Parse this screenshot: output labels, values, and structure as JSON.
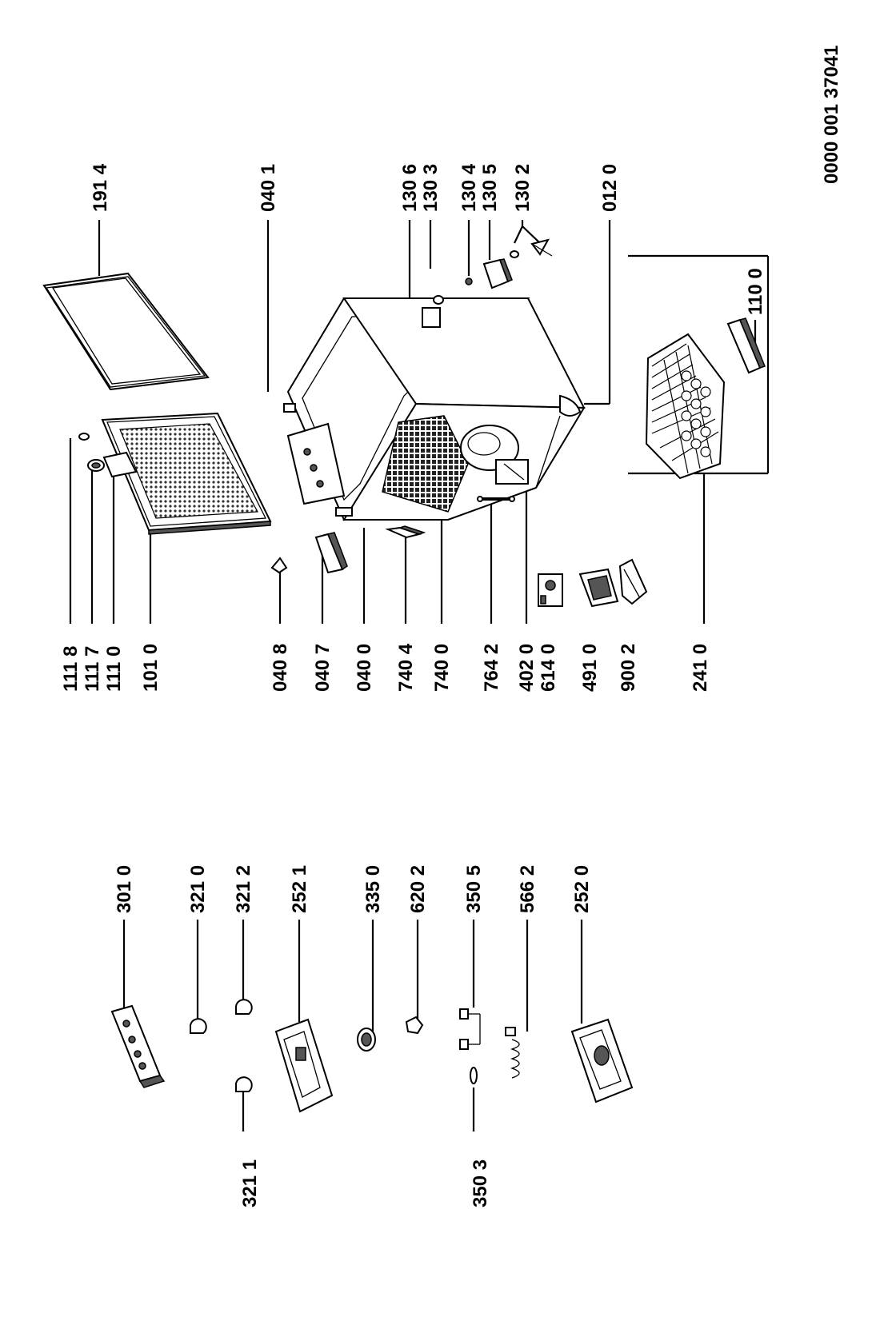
{
  "drawing_number": "0000 001 37041",
  "labels": {
    "l1118": "111 8",
    "l1117": "111 7",
    "l1110": "111 0",
    "l1010": "101 0",
    "l0408": "040 8",
    "l0407": "040 7",
    "l0400": "040 0",
    "l7404": "740 4",
    "l7400": "740 0",
    "l7642": "764 2",
    "l4020": "402 0",
    "l6140": "614 0",
    "l4910": "491 0",
    "l9002": "900 2",
    "l2410": "241 0",
    "l1914": "191 4",
    "l0401": "040 1",
    "l1306": "130 6",
    "l1303": "130 3",
    "l1304": "130 4",
    "l1305": "130 5",
    "l1302": "130 2",
    "l0120": "012 0",
    "l1100": "110 0",
    "l3010": "301 0",
    "l3210": "321 0",
    "l3212": "321 2",
    "l2521": "252 1",
    "l3350": "335 0",
    "l6202": "620 2",
    "l3505": "350 5",
    "l5662": "566 2",
    "l2520": "252 0",
    "l3211": "321 1",
    "l3503": "350 3"
  },
  "icons": {
    "lid": "lid-panel-icon",
    "lid_seal": "lid-seal-frame-icon",
    "cabinet": "freezer-cabinet-icon",
    "basket": "wire-basket-icon",
    "compressor": "compressor-icon",
    "condenser": "condenser-grid-icon"
  },
  "colors": {
    "ink": "#000000",
    "paper": "#ffffff"
  }
}
